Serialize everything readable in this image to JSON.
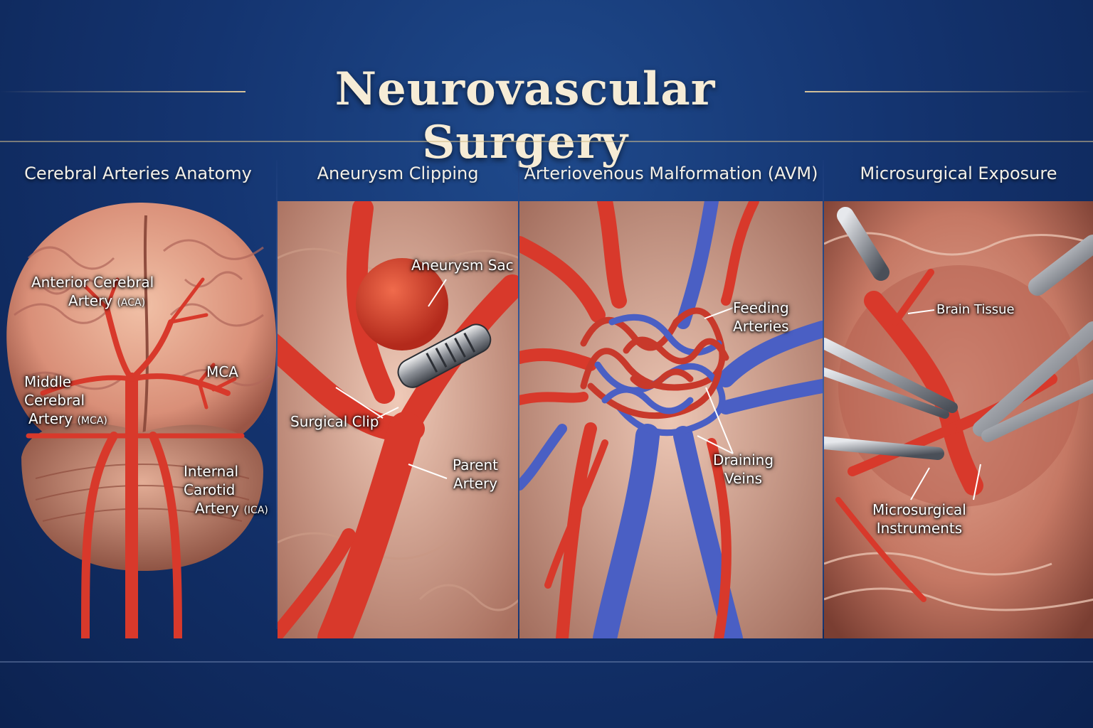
{
  "title": "Neurovascular Surgery",
  "panels": [
    {
      "title": "Cerebral Arteries Anatomy",
      "labels": {
        "aca_line1": "Anterior Cerebral",
        "aca_line2": "Artery",
        "aca_abbr": "(ACA)",
        "mca_short": "MCA",
        "mca_line1": "Middle",
        "mca_line2": "Cerebral",
        "mca_line3": "Artery",
        "mca_abbr": "(MCA)",
        "ica_line1": "Internal",
        "ica_line2": "Carotid",
        "ica_line3": "Artery",
        "ica_abbr": "(ICA)"
      }
    },
    {
      "title": "Aneurysm Clipping",
      "labels": {
        "sac": "Aneurysm Sac",
        "clip": "Surgical Clip",
        "parent_line1": "Parent",
        "parent_line2": "Artery"
      }
    },
    {
      "title": "Arteriovenous Malformation (AVM)",
      "labels": {
        "feeding_line1": "Feeding",
        "feeding_line2": "Arteries",
        "draining_line1": "Draining",
        "draining_line2": "Veins"
      }
    },
    {
      "title": "Microsurgical Exposure",
      "labels": {
        "tissue": "Brain Tissue",
        "instruments_line1": "Microsurgical",
        "instruments_line2": "Instruments"
      }
    }
  ],
  "colors": {
    "artery": "#d8392b",
    "vein": "#4a5fc4",
    "tissue": "#e9b8a4",
    "background": "#143470",
    "accent_gold": "#d8c39a"
  }
}
